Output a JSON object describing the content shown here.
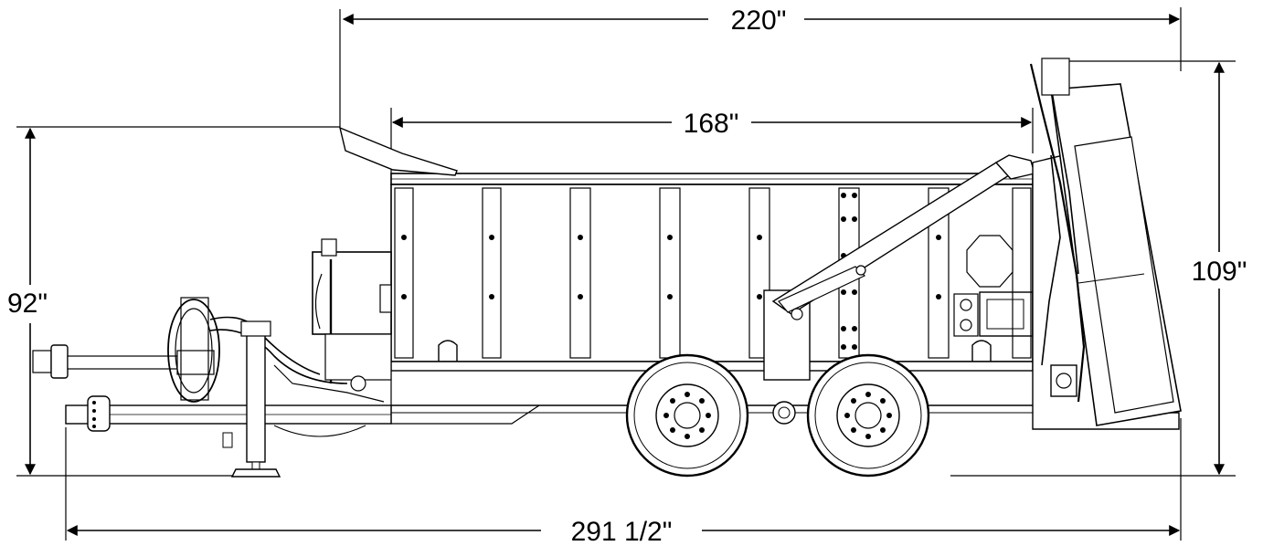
{
  "dimensions": {
    "overall_body_length": "220\"",
    "box_length": "168\"",
    "overall_length": "291 1/2\"",
    "box_height": "92\"",
    "overall_height": "109\""
  }
}
